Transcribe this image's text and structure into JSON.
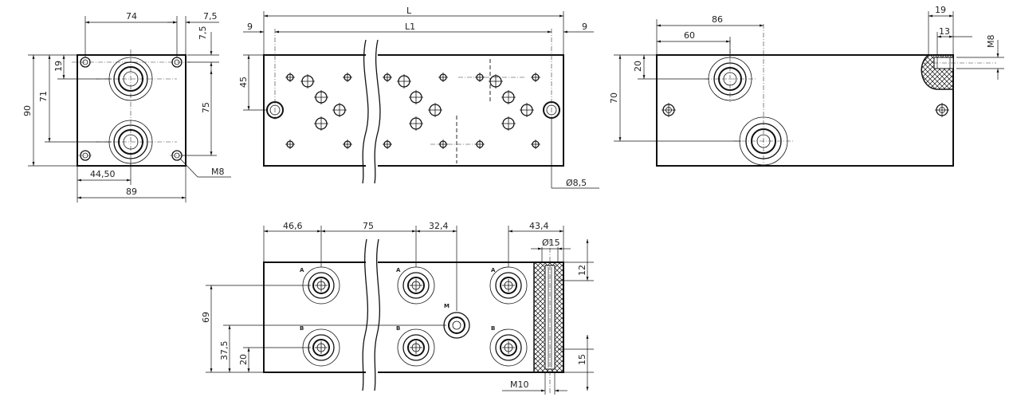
{
  "dimensions": {
    "side_view": {
      "top_width": "74",
      "top_right_offset": "7,5",
      "right_offset_small": "7,5",
      "height_total": "90",
      "height_inner": "71",
      "top_hole_offset": "19",
      "right_height": "75",
      "bottom_half_width": "44,50",
      "bottom_width": "89",
      "thread_label": "M8"
    },
    "front_view": {
      "length": "L",
      "inner_length": "L1",
      "left_margin": "9",
      "right_margin": "9",
      "height": "45",
      "hole_diameter": "Ø8,5"
    },
    "end_view": {
      "width_86": "86",
      "width_60": "60",
      "height_20": "20",
      "height_70": "70",
      "plug_width": "19",
      "plug_depth": "13",
      "plug_thread": "M8"
    },
    "bottom_view": {
      "spacing_first": "46,6",
      "spacing_pitch": "75",
      "spacing_m": "32,4",
      "spacing_last": "43,4",
      "bore_diameter": "Ø15",
      "height_69": "69",
      "height_37": "37,5",
      "height_20": "20",
      "depth_12": "12",
      "depth_15": "15",
      "thread_m10": "M10"
    }
  },
  "port_labels": {
    "a": "A",
    "b": "B",
    "m": "M"
  }
}
